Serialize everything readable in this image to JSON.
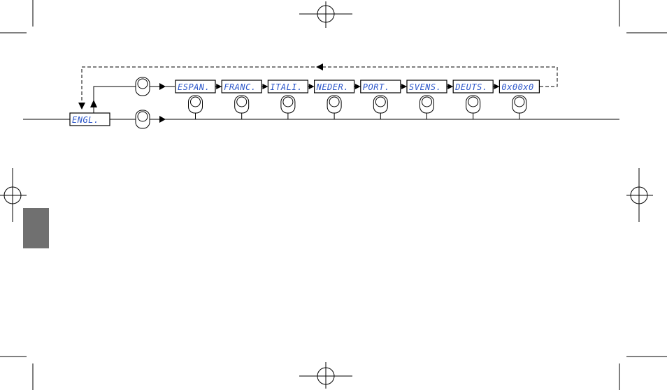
{
  "diagram": {
    "start_display": "ENGL.",
    "language_displays": [
      "ESPAN.",
      "FRANC.",
      "ITALI.",
      "NEDER.",
      "PORT.",
      "SVENS.",
      "DEUTS.",
      "0x00x0"
    ]
  },
  "colors": {
    "lcd_text": "#2b56c9",
    "tab_marker": "#707070",
    "lines": "#000000"
  }
}
